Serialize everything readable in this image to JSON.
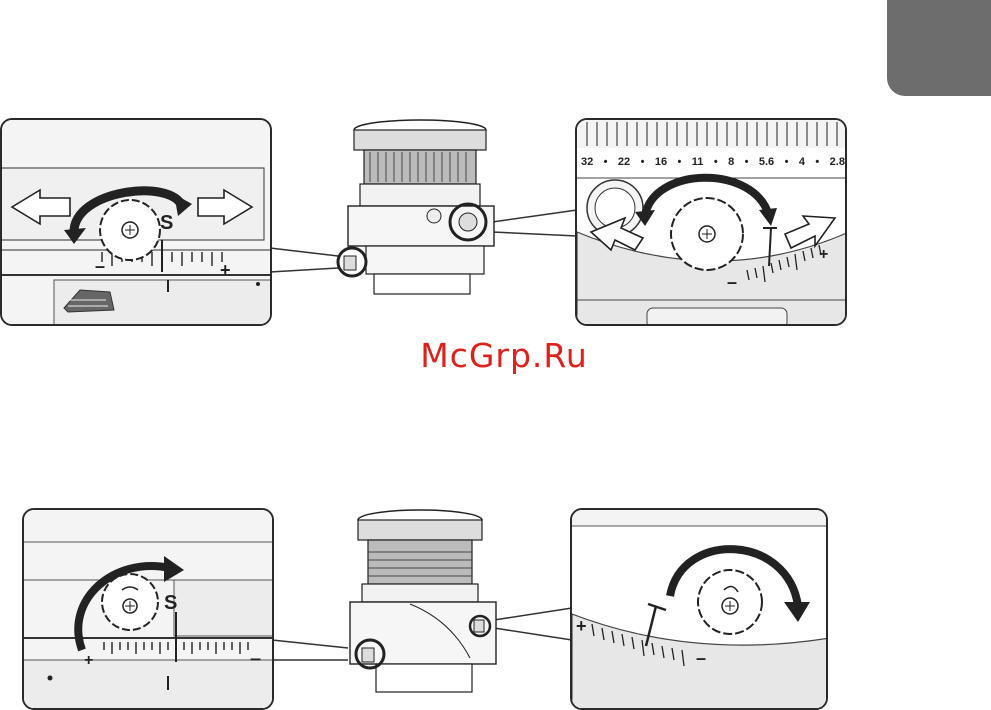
{
  "section_tab": {
    "color": "#6d6d6d"
  },
  "watermark": {
    "text": "McGrp.Ru",
    "color": "#e0201b"
  },
  "shift_top_panel": {
    "dial_label": "S",
    "scale_minus": "–",
    "scale_plus": "+",
    "arrow_icons": [
      "left-arrow-icon",
      "right-arrow-icon",
      "rotate-arrow-icon"
    ]
  },
  "aperture_panel": {
    "aperture_scale": [
      "32",
      "22",
      "16",
      "11",
      "8",
      "5.6",
      "4",
      "2.8"
    ],
    "tilt_mark": "T",
    "scale_minus": "–",
    "scale_plus": "+"
  },
  "shift_bottom_panel": {
    "dial_label": "S",
    "scale_plus": "+",
    "scale_minus": "–"
  },
  "tilt_bottom_panel": {
    "tilt_mark": "T",
    "scale_plus": "+",
    "scale_minus": "–"
  }
}
